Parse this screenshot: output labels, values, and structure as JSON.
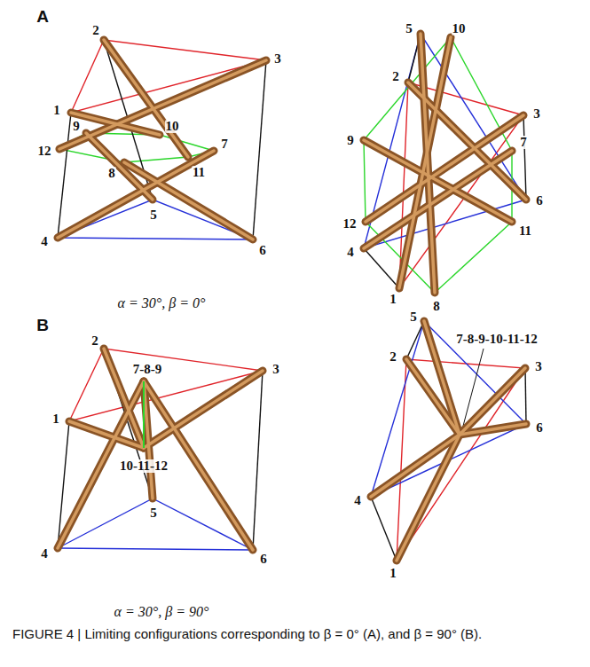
{
  "diagram": {
    "caption": "FIGURE 4 | Limiting configurations corresponding to β = 0° (A), and β = 90° (B).",
    "labels": [
      "A",
      "1",
      "2",
      "3",
      "4",
      "5",
      "6",
      "7",
      "8",
      "9",
      "10",
      "11",
      "12",
      "α = 30°, β = 0°",
      "1",
      "2",
      "3",
      "4",
      "5",
      "6",
      "7",
      "8",
      "9",
      "10",
      "11",
      "12",
      "B",
      "1",
      "2",
      "3",
      "4",
      "5",
      "6",
      "7-8-9",
      "10-11-12",
      "α = 30°, β = 90°",
      "1",
      "2",
      "3",
      "4",
      "5",
      "6",
      "7-8-9-10-11-12"
    ]
  }
}
